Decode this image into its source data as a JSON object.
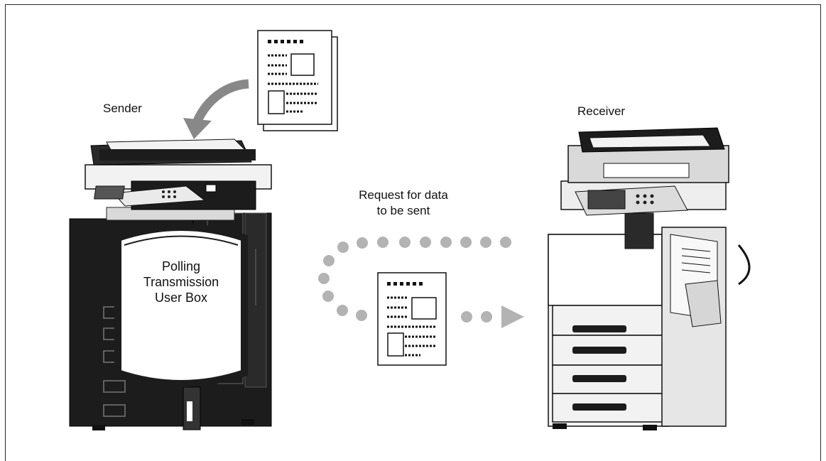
{
  "labels": {
    "sender": "Sender",
    "receiver": "Receiver",
    "request": [
      "Request for data",
      "to be sent"
    ],
    "user_box": [
      "Polling",
      "Transmission",
      "User Box"
    ]
  },
  "colors": {
    "machine_dark": "#1c1c1c",
    "machine_light": "#f2f2f2",
    "flow_dots": "#b3b3b3"
  },
  "icons": [
    "document-stack-icon",
    "curved-arrow-icon",
    "sender-mfp-icon",
    "receiver-mfp-icon",
    "transferred-document-icon"
  ]
}
